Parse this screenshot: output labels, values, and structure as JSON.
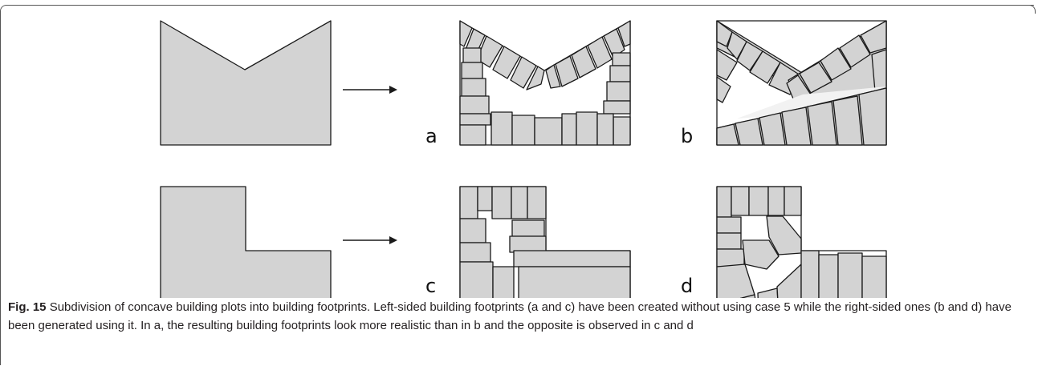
{
  "figure": {
    "caption_label": "Fig. 15",
    "caption_text": "Subdivision of concave building plots into building footprints. Left-sided building footprints (a and c) have been created without using case 5 while the right-sided ones (b and d) have been generated using it. In a, the resulting building footprints look more realistic than in b and the opposite is observed in c and d",
    "panel_labels": {
      "a": "a",
      "b": "b",
      "c": "c",
      "d": "d"
    }
  },
  "colors": {
    "fill": "#d3d3d3",
    "stroke": "#1a1a1a",
    "background": "#ffffff"
  }
}
